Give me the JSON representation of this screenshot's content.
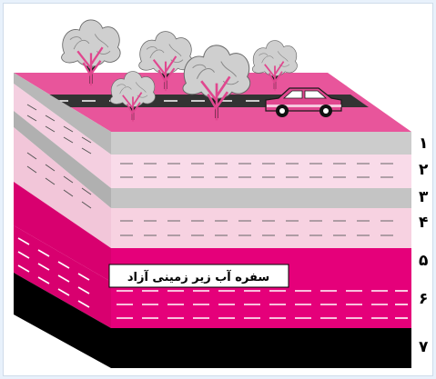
{
  "diagram": {
    "label": "سفره آب زیر زمینی آزاد",
    "layer_numbers": [
      "١",
      "٢",
      "٣",
      "۴",
      "۵",
      "۶",
      "٧"
    ],
    "colors": {
      "surface": "#e8559b",
      "layer1": "#cccccc",
      "layer2": "#f9dbe9",
      "layer3": "#c4c4c4",
      "layer4": "#f7d2e1",
      "layer5": "#e5007a",
      "layer6": "#e5007a",
      "layer7": "#000000",
      "road": "#333333",
      "car": "#e0478f",
      "tree": "#e0478f"
    }
  }
}
